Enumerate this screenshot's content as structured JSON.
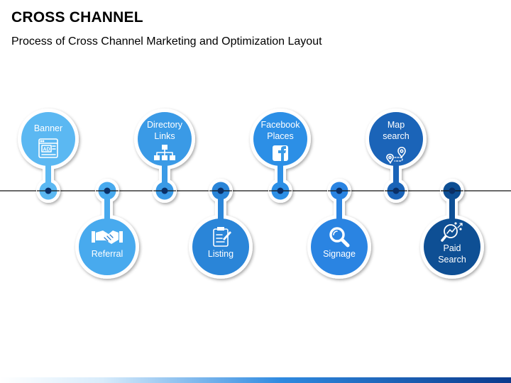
{
  "header": {
    "title": "CROSS CHANNEL",
    "subtitle": "Process of Cross Channel Marketing and Optimization Layout"
  },
  "colors": {
    "step1": "#5bb8f2",
    "step2": "#48aaee",
    "step3": "#3a9ae6",
    "step4": "#2a85d8",
    "step5": "#2c8fe6",
    "step6": "#2a84e2",
    "step7": "#1b64b8",
    "step8": "#0e4f94",
    "line": "#111111",
    "dot": "#0a2f66"
  },
  "steps": [
    {
      "label": [
        "Banner"
      ],
      "icon": "ad-banner-icon",
      "position": "top"
    },
    {
      "label": [
        "Referral"
      ],
      "icon": "handshake-icon",
      "position": "bottom"
    },
    {
      "label": [
        "Directory",
        "Links"
      ],
      "icon": "sitemap-icon",
      "position": "top"
    },
    {
      "label": [
        "Listing"
      ],
      "icon": "clipboard-icon",
      "position": "bottom"
    },
    {
      "label": [
        "Facebook",
        "Places"
      ],
      "icon": "facebook-icon",
      "position": "top"
    },
    {
      "label": [
        "Signage"
      ],
      "icon": "magnifier-icon",
      "position": "bottom"
    },
    {
      "label": [
        "Map",
        "search"
      ],
      "icon": "map-route-icon",
      "position": "top"
    },
    {
      "label": [
        "Paid",
        "Search"
      ],
      "icon": "analytics-search-icon",
      "position": "bottom"
    }
  ]
}
